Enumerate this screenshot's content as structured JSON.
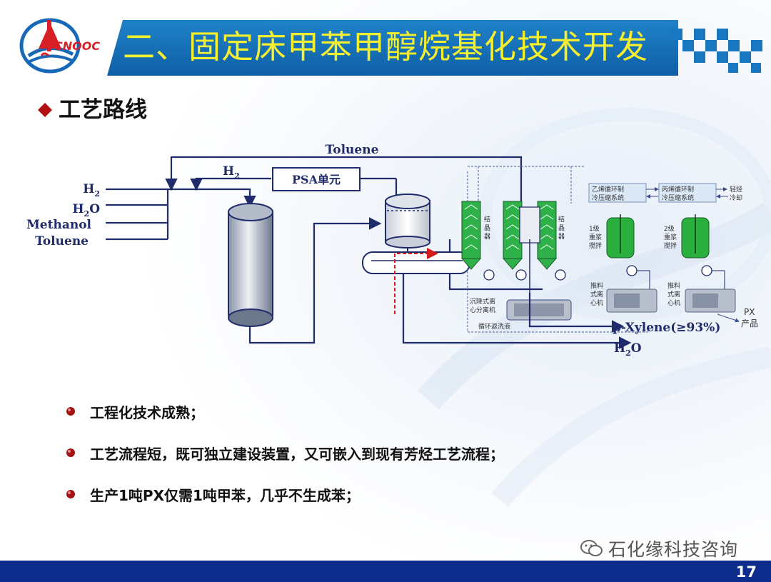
{
  "title": "二、固定床甲苯甲醇烷基化技术开发",
  "logo_text": "CNOOC",
  "section": {
    "label": "工艺路线"
  },
  "diagram": {
    "feeds": [
      {
        "main": "H",
        "sub": "2"
      },
      {
        "main": "H",
        "sub": "2",
        "tail": "O"
      },
      {
        "main": "Methanol"
      },
      {
        "main": "Toluene"
      }
    ],
    "toluene_recycle": "Toluene",
    "h2_recycle": {
      "main": "H",
      "sub": "2"
    },
    "psa_unit": "PSA单元",
    "crystallizer_label": [
      "结",
      "晶",
      "器"
    ],
    "crystallizer_label_2": [
      "结",
      "晶",
      "器"
    ],
    "ethylene_system": [
      "乙烯循环制",
      "冷压缩系统"
    ],
    "propylene_system": [
      "丙烯循环制",
      "冷压缩系统"
    ],
    "right_tags": [
      "轻烃",
      "冷却"
    ],
    "stage1": [
      "1级",
      "重浆",
      "搅拌"
    ],
    "stage2": [
      "2级",
      "重浆",
      "搅拌"
    ],
    "pusher1": [
      "推料",
      "式离",
      "心机"
    ],
    "pusher2": [
      "推料",
      "式离",
      "心机"
    ],
    "decanter": [
      "沉降式离",
      "心分离机"
    ],
    "wash_loop": "循环返洗液",
    "px_product": [
      "PX",
      "产品"
    ],
    "pxylene_out": "p-Xylene(≥93%)",
    "water_out": {
      "main": "H",
      "sub": "2",
      "tail": "O"
    }
  },
  "bullets": [
    "工程化技术成熟；",
    "工艺流程短，既可独立建设装置，又可嵌入到现有芳烃工艺流程；",
    "生产1吨PX仅需1吨甲苯，几乎不生成苯；"
  ],
  "watermark": "石化缘科技咨询",
  "page_number": "17",
  "colors": {
    "title_bar": "#1778c2",
    "title_text": "#f5ef2e",
    "footer_bar": "#0d2c8c",
    "bullet_dot": "#a31313",
    "diamond": "#b01010",
    "crystallizer": "#2fb14a",
    "flow_line": "#1f3a93"
  }
}
